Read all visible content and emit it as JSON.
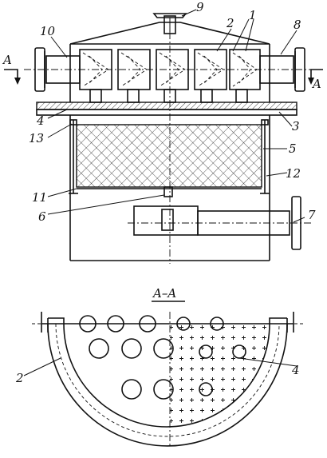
{
  "labels": {
    "cap_label": "9",
    "inlet_label": "10",
    "outlet_label": "8",
    "elements_label_a": "2",
    "elements_label_b": "1",
    "section_a_left": "A",
    "section_a_right": "A",
    "plate_left_label": "4",
    "plate_right_label": "3",
    "rod_label": "13",
    "filter_label": "5",
    "rod_right_label": "12",
    "bottom_plate_label": "11",
    "support_label": "6",
    "drain_label": "7",
    "section_title": "A–A",
    "section_left_label": "2",
    "section_right_label": "4"
  },
  "colors": {
    "ink": "#111111",
    "paper": "#ffffff"
  }
}
